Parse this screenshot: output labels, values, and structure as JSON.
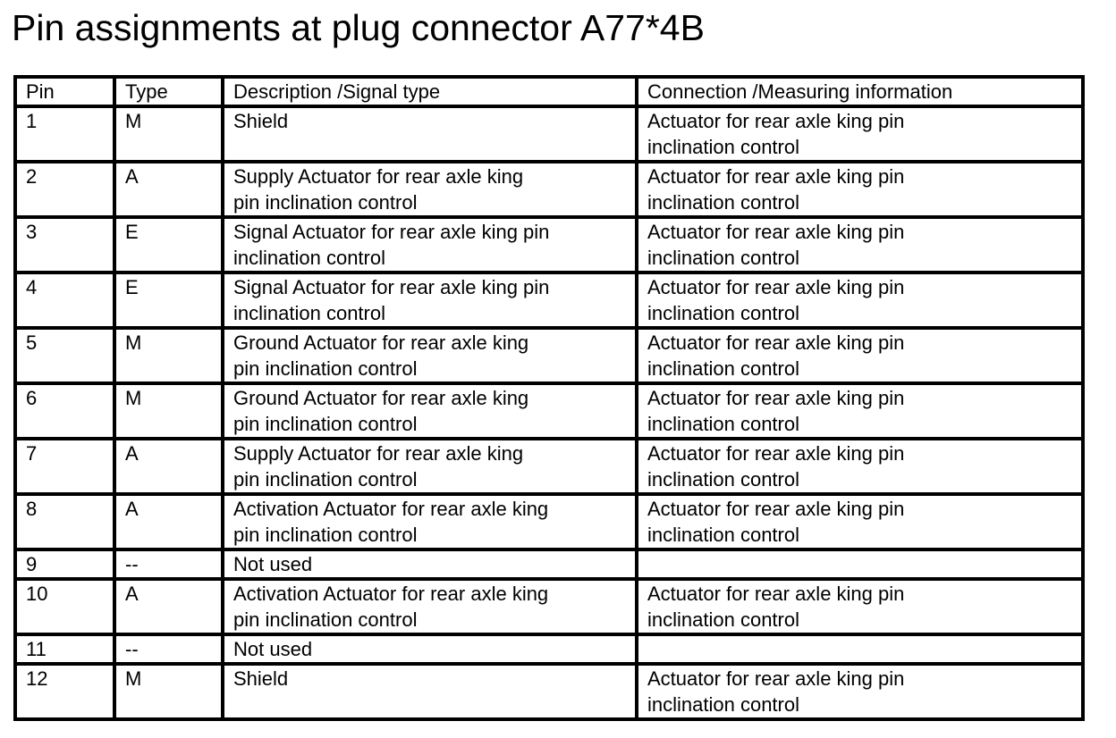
{
  "page": {
    "title": "Pin assignments at plug connector A77*4B"
  },
  "colors": {
    "text": "#000000",
    "background": "#ffffff",
    "table_border": "#000000"
  },
  "table": {
    "headers": {
      "pin": "Pin",
      "type": "Type",
      "description": "Description /Signal type",
      "connection": "Connection /Measuring information"
    },
    "rows": [
      {
        "pin": "1",
        "type": "M",
        "description": "Shield",
        "connection": "Actuator for rear axle king pin\ninclination control"
      },
      {
        "pin": "2",
        "type": "A",
        "description": "Supply Actuator for rear axle king\npin inclination control",
        "connection": "Actuator for rear axle king pin\ninclination control"
      },
      {
        "pin": "3",
        "type": "E",
        "description": "Signal Actuator for rear axle king pin\ninclination control",
        "connection": "Actuator for rear axle king pin\ninclination control"
      },
      {
        "pin": "4",
        "type": "E",
        "description": "Signal Actuator for rear axle king pin\ninclination control",
        "connection": "Actuator for rear axle king pin\ninclination control"
      },
      {
        "pin": "5",
        "type": "M",
        "description": "Ground Actuator for rear axle king\npin inclination control",
        "connection": "Actuator for rear axle king pin\ninclination control"
      },
      {
        "pin": "6",
        "type": "M",
        "description": "Ground Actuator for rear axle king\npin inclination control",
        "connection": "Actuator for rear axle king pin\ninclination control"
      },
      {
        "pin": "7",
        "type": "A",
        "description": "Supply Actuator for rear axle king\npin inclination control",
        "connection": "Actuator for rear axle king pin\ninclination control"
      },
      {
        "pin": "8",
        "type": "A",
        "description": "Activation Actuator for rear axle king\npin inclination control",
        "connection": "Actuator for rear axle king pin\ninclination control"
      },
      {
        "pin": "9",
        "type": "--",
        "description": "Not used",
        "connection": ""
      },
      {
        "pin": "10",
        "type": "A",
        "description": "Activation Actuator for rear axle king\npin inclination control",
        "connection": "Actuator for rear axle king pin\ninclination control"
      },
      {
        "pin": "11",
        "type": "--",
        "description": "Not used",
        "connection": ""
      },
      {
        "pin": "12",
        "type": "M",
        "description": "Shield",
        "connection": "Actuator for rear axle king pin\ninclination control"
      }
    ]
  }
}
